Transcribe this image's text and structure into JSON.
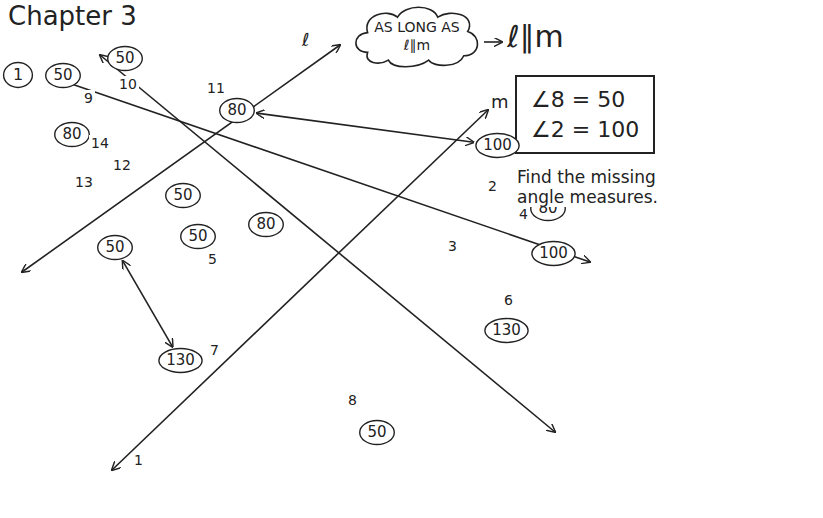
{
  "diagram": {
    "title": "Chapter 3",
    "nodes": [
      {
        "text": [
          "AS LONG AS ℓ∥m"
        ]
      },
      {
        "text": [
          "∠8 = 50",
          "∠2 = 100"
        ]
      },
      {
        "text": [
          "1"
        ]
      },
      {
        "text": [
          "50"
        ]
      },
      {
        "text": [
          "50"
        ]
      },
      {
        "text": [
          "80"
        ]
      },
      {
        "text": [
          "100"
        ]
      },
      {
        "text": [
          "80"
        ]
      },
      {
        "text": [
          "50"
        ]
      },
      {
        "text": [
          "50"
        ]
      },
      {
        "text": [
          "80"
        ]
      },
      {
        "text": [
          "80"
        ]
      },
      {
        "text": [
          "50"
        ]
      },
      {
        "text": [
          "100"
        ]
      },
      {
        "text": [
          "130"
        ]
      },
      {
        "text": [
          "130"
        ]
      },
      {
        "text": [
          "50"
        ]
      }
    ],
    "edges": [
      {
        "from": 5,
        "to": 6,
        "arrow": "both"
      },
      {
        "from": 12,
        "to": 14,
        "arrow": "both"
      }
    ],
    "labels": [
      "ℓ∥m",
      "Find the missing angle measures.",
      "ℓ",
      "m",
      "9",
      "10",
      "11",
      "14",
      "13",
      "12",
      "2",
      "4",
      "5",
      "3",
      "7",
      "6",
      "8",
      "1"
    ]
  }
}
